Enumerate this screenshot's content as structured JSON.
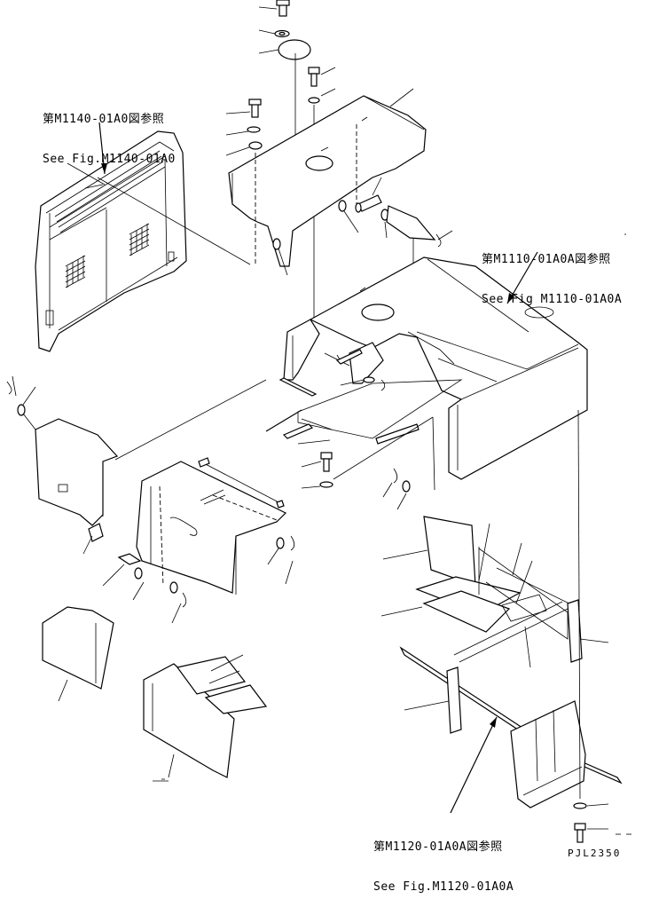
{
  "references": [
    {
      "id": "m1140",
      "line1": "第M1140-01A0図参照",
      "line2": "See Fig.M1140-01A0"
    },
    {
      "id": "m1110",
      "line1": "第M1110-01A0A図参照",
      "line2": "See Fig M1110-01A0A"
    },
    {
      "id": "m1120",
      "line1": "第M1120-01A0A図参照",
      "line2": "See Fig.M1120-01A0A"
    }
  ],
  "drawing_number": "PJL2350"
}
